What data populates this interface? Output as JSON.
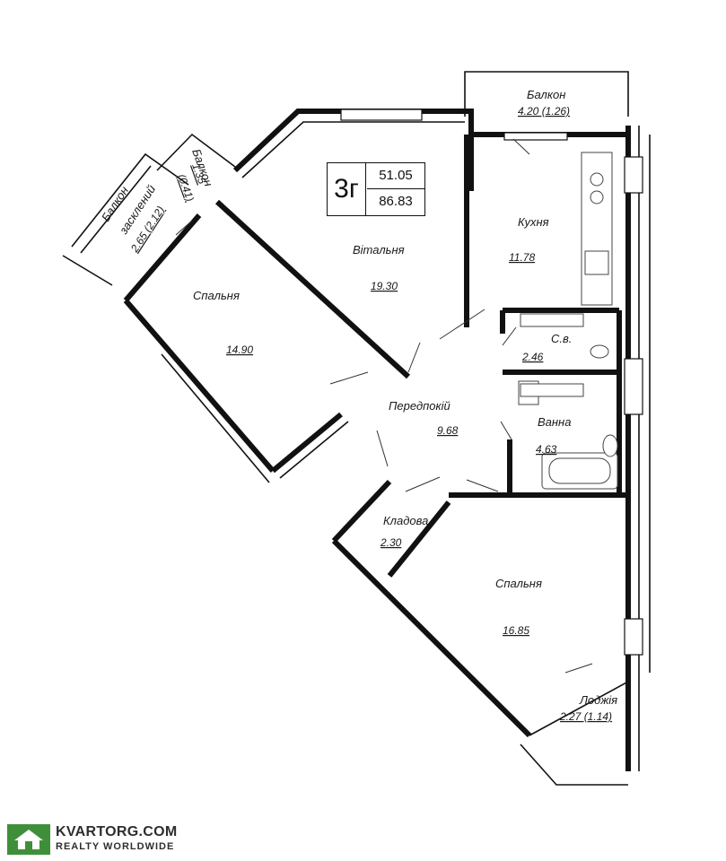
{
  "apartment": {
    "type": "3г",
    "living_area": "51.05",
    "total_area": "86.83"
  },
  "rooms": [
    {
      "id": "balcony-top",
      "label": "Балкон",
      "area": "4.20 (1.26)"
    },
    {
      "id": "balcony-small",
      "label": "Балкон",
      "area": "1.35",
      "area_secondary": "(0.41)"
    },
    {
      "id": "balcony-glazed",
      "label": "Балкон",
      "label_secondary": "засклений",
      "area": "2.65 (2.12)"
    },
    {
      "id": "kitchen",
      "label": "Кухня",
      "area": "11.78"
    },
    {
      "id": "living-room",
      "label": "Вітальня",
      "area": "19.30"
    },
    {
      "id": "bedroom-1",
      "label": "Спальня",
      "area": "14.90"
    },
    {
      "id": "wc",
      "label": "С.в.",
      "area": "2.46"
    },
    {
      "id": "hallway",
      "label": "Передпокій",
      "area": "9.68"
    },
    {
      "id": "bathroom",
      "label": "Ванна",
      "area": "4.63"
    },
    {
      "id": "storage",
      "label": "Кладова",
      "area": "2.30"
    },
    {
      "id": "bedroom-2",
      "label": "Спальня",
      "area": "16.85"
    },
    {
      "id": "loggia",
      "label": "Лоджія",
      "area": "2.27 (1.14)"
    }
  ],
  "watermark": {
    "line1": "KVARTORG.COM",
    "line2": "REALTY WORLDWIDE",
    "icon": "house-icon",
    "color": "#3f8f3a"
  }
}
